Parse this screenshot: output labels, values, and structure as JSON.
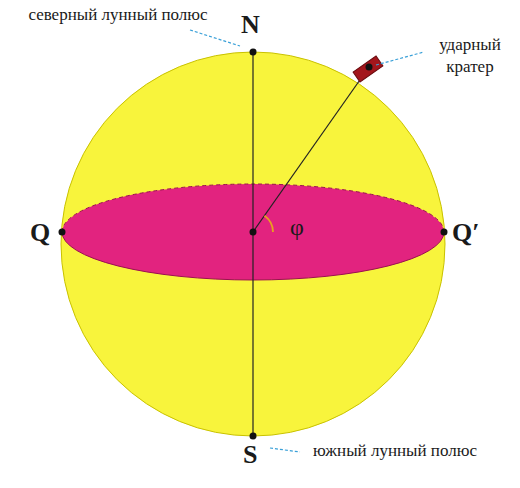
{
  "diagram": {
    "labels": [
      "северный лунный полюс",
      "N",
      "ударный кратер",
      "Q",
      "φ",
      "Q′",
      "S",
      "южный лунный полюс"
    ]
  }
}
